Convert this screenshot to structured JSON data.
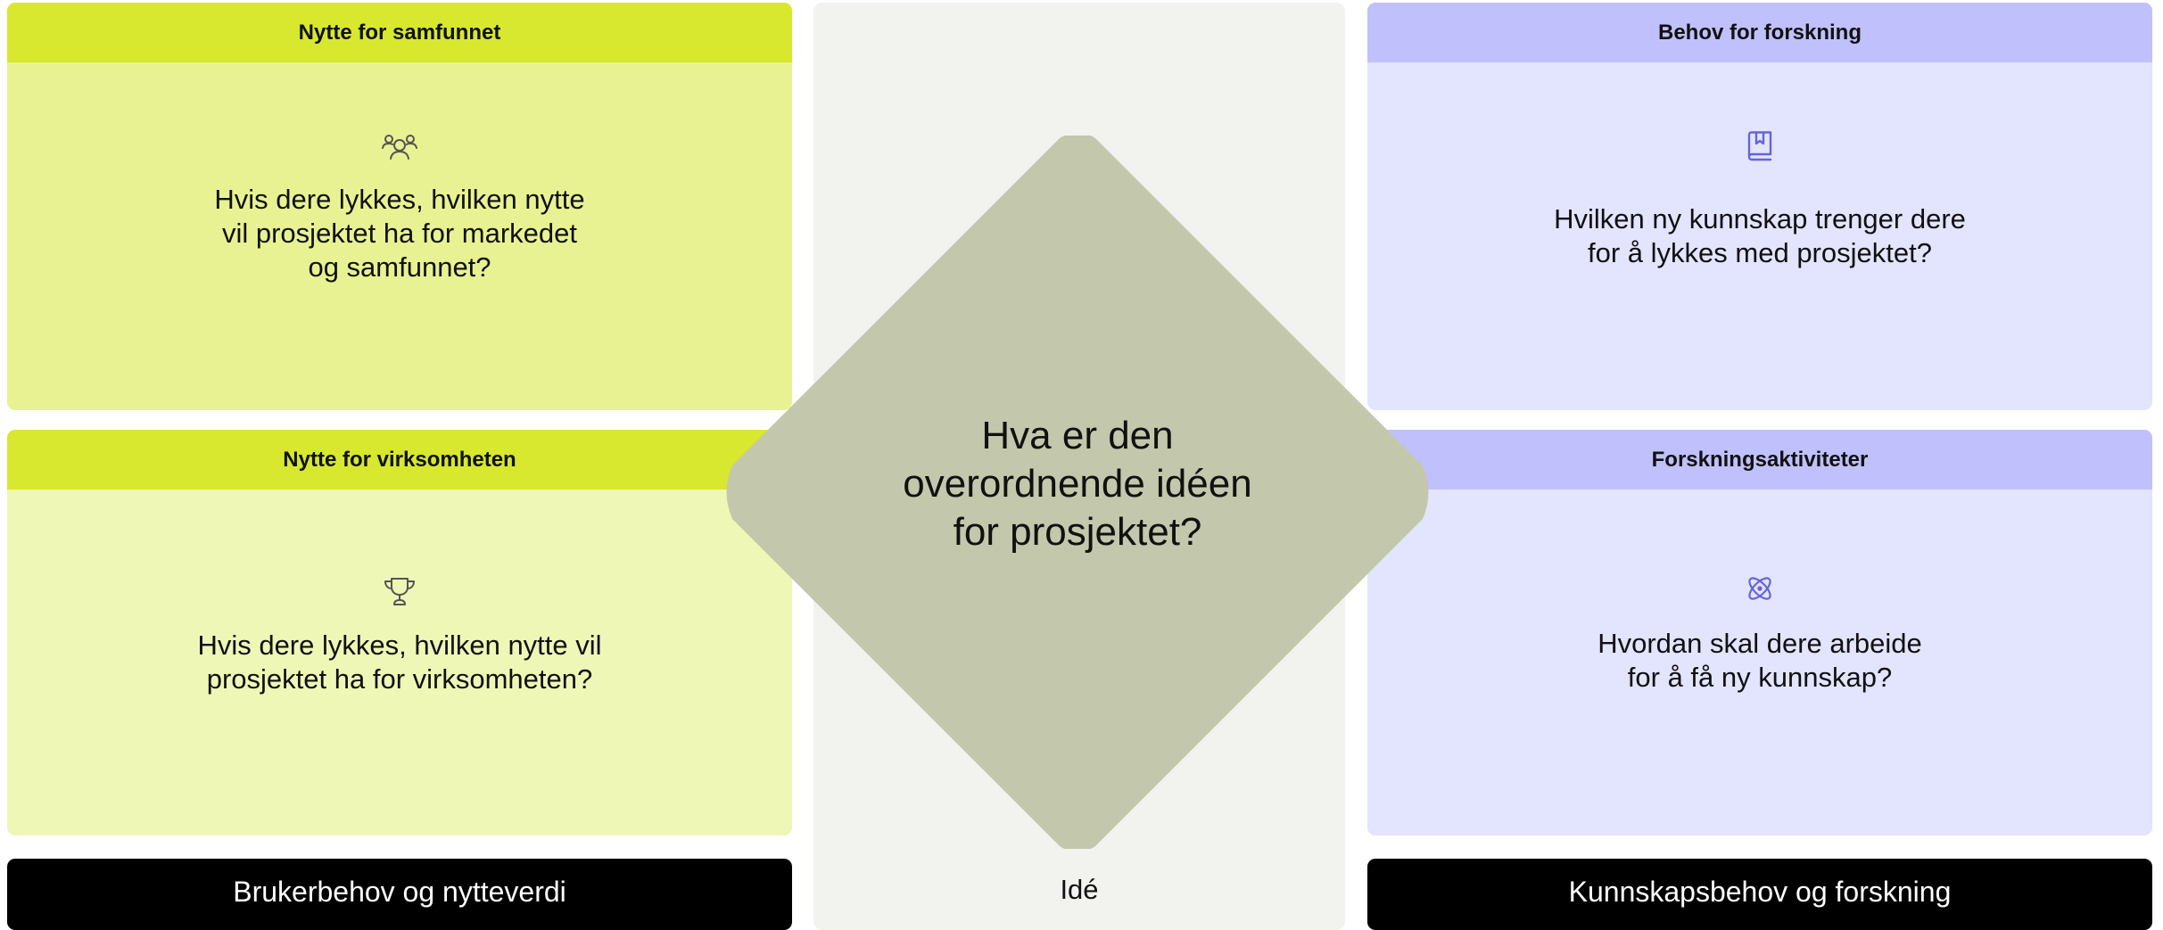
{
  "colors": {
    "green_header": "#d7e82f",
    "green_body_top": "#e8f293",
    "green_body_bottom": "#eff7b6",
    "purple_header": "#c0c0fd",
    "purple_body": "#e3e4fe",
    "center_panel": "#f2f3ee",
    "diamond": "#c3c8ac",
    "footer": "#000000",
    "icon_dark": "#555555",
    "icon_purple": "#6464dc"
  },
  "left_column": {
    "top_card": {
      "header": "Nytte for samfunnet",
      "icon": "people-icon",
      "question": "Hvis dere lykkes, hvilken nytte\nvil prosjektet ha for markedet\nog samfunnet?"
    },
    "bottom_card": {
      "header": "Nytte for virksomheten",
      "icon": "trophy-icon",
      "question": "Hvis dere lykkes, hvilken nytte vil\nprosjektet ha for virksomheten?"
    },
    "footer_label": "Brukerbehov og nytteverdi"
  },
  "center_column": {
    "question": "Hva er den\noverordnende idéen\nfor prosjektet?",
    "footer_label": "Idé"
  },
  "right_column": {
    "top_card": {
      "header": "Behov for forskning",
      "icon": "book-icon",
      "question": "Hvilken ny kunnskap trenger dere\nfor å lykkes med prosjektet?"
    },
    "bottom_card": {
      "header": "Forskningsaktiviteter",
      "icon": "atom-icon",
      "question": "Hvordan skal dere arbeide\nfor å få ny kunnskap?"
    },
    "footer_label": "Kunnskapsbehov og forskning"
  }
}
